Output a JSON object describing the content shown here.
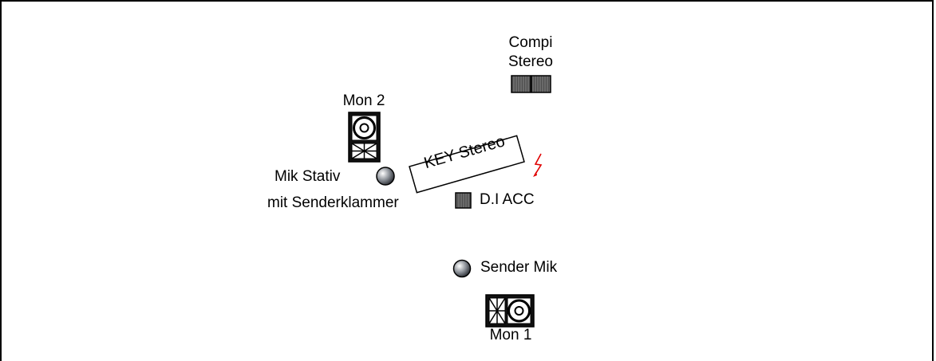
{
  "labels": {
    "compi_stereo_line1": "Compi",
    "compi_stereo_line2": "Stereo",
    "mon2": "Mon 2",
    "key_stereo": "KEY Stereo",
    "mik_stativ_line1": "Mik Stativ",
    "mik_stativ_line2": "mit Senderklammer",
    "di_acc": "D.I ACC",
    "sender_mik": "Sender Mik",
    "mon1": "Mon 1"
  },
  "colors": {
    "line": "#000000",
    "box_fill": "#555555",
    "power": "#e00000"
  },
  "icons": [
    "amp-box-icon",
    "monitor-wedge-icon",
    "microphone-icon",
    "power-outlet-icon",
    "di-box-icon"
  ]
}
